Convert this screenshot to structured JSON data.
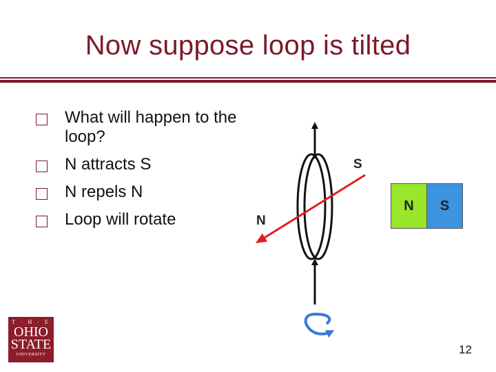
{
  "slide": {
    "title": "Now suppose loop is tilted",
    "bullets": [
      "What will happen to the loop?",
      "N attracts S",
      "N repels N",
      "Loop will rotate"
    ],
    "page_number": "12"
  },
  "diagram": {
    "loop_pole_north": "N",
    "loop_pole_south": "S",
    "magnet_north": "N",
    "magnet_south": "S",
    "arrow_color": "#e21e1e",
    "magnet_north_color": "#99e62a",
    "magnet_south_color": "#3c93e0",
    "rotation_arrow_color": "#3a78d8"
  },
  "logo": {
    "line1": "T · H · E",
    "line2": "OHIO",
    "line3": "STATE",
    "line4": "UNIVERSITY"
  },
  "colors": {
    "title": "#7a1a2a",
    "rule": "#7a1a2a"
  }
}
